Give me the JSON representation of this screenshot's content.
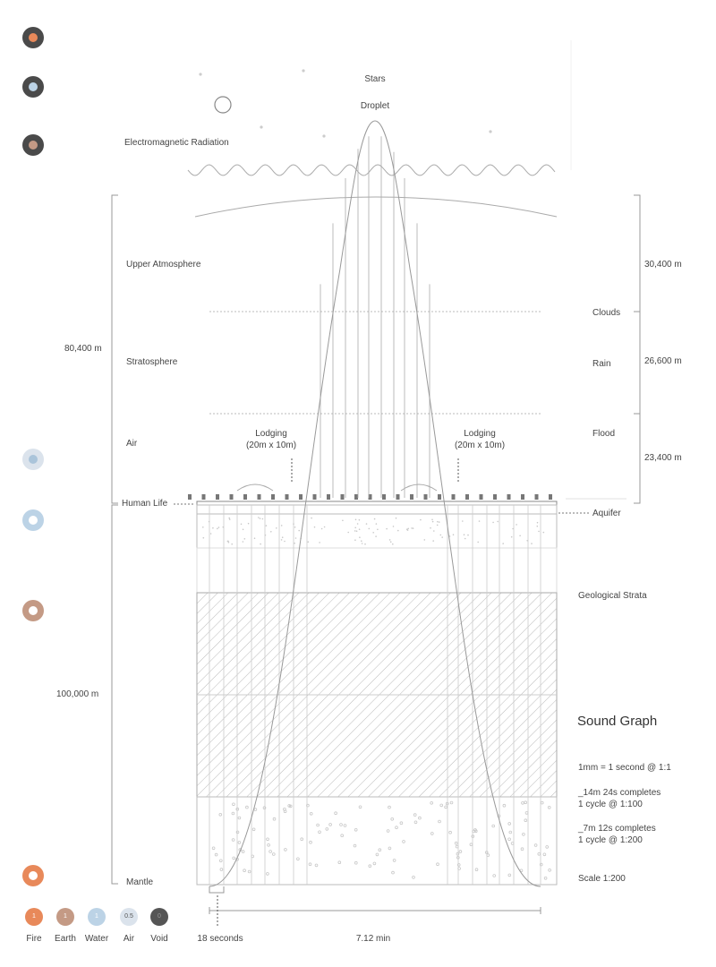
{
  "sky": {
    "stars": "Stars",
    "droplet": "Droplet",
    "em_radiation": "Electromagnetic Radiation"
  },
  "left_labels": {
    "upper_atmosphere": "Upper Atmosphere",
    "stratosphere": "Stratosphere",
    "air": "Air",
    "human_life": "Human Life",
    "mantle": "Mantle",
    "height_total": "80,400 m",
    "depth_total": "100,000 m"
  },
  "right_labels": {
    "clouds": "Clouds",
    "rain": "Rain",
    "flood": "Flood",
    "aquifer": "Aquifer",
    "geological_strata": "Geological Strata",
    "h1": "30,400 m",
    "h2": "26,600 m",
    "h3": "23,400 m"
  },
  "lodging": [
    {
      "title": "Lodging",
      "size": "(20m x 10m)"
    },
    {
      "title": "Lodging",
      "size": "(20m x 10m)"
    }
  ],
  "sound_graph": {
    "title": "Sound Graph",
    "line1": "1mm = 1 second @ 1:1",
    "line2a": "_14m 24s completes",
    "line2b": "1 cycle @ 1:100",
    "line3a": "_7m 12s completes",
    "line3b": "1 cycle @ 1:200",
    "scale": "Scale  1:200"
  },
  "bottom": {
    "seconds": "18 seconds",
    "minutes": "7.12 min"
  },
  "legend": [
    {
      "label": "Fire",
      "value": "1",
      "color": "#e8895a"
    },
    {
      "label": "Earth",
      "value": "1",
      "color": "#c49a85"
    },
    {
      "label": "Water",
      "value": "1",
      "color": "#bcd3e6"
    },
    {
      "label": "Air",
      "value": "0.5",
      "color": "#dbe3ec"
    },
    {
      "label": "Void",
      "value": "0",
      "color": "#555555"
    }
  ],
  "colors": {
    "fire": "#e8895a",
    "earth": "#c49a85",
    "water": "#bcd3e6",
    "air": "#dbe3ec",
    "void": "#555555",
    "line": "#999999"
  }
}
